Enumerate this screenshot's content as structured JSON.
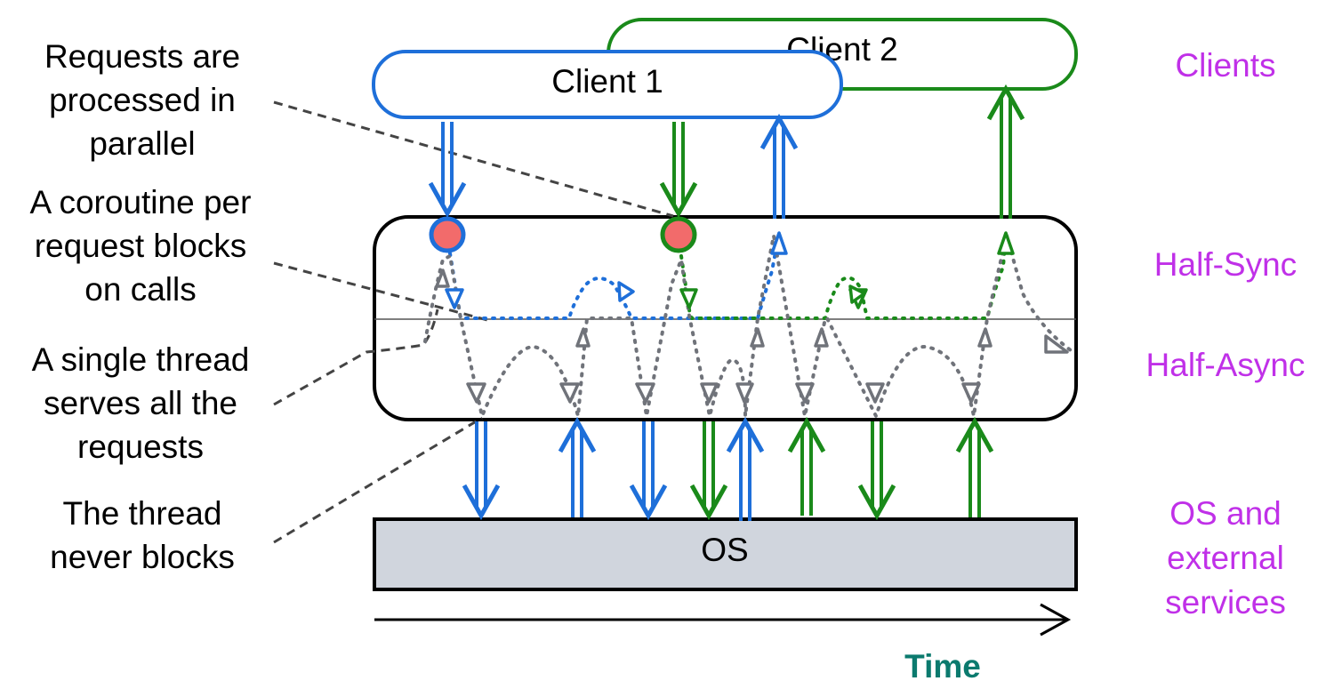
{
  "colors": {
    "client1": "#1E6FD9",
    "client2": "#1A8A1A",
    "thread": "#70737A",
    "layer_label": "#C030E8",
    "time": "#0B7A6E",
    "os_fill": "#D0D5DD",
    "node_fill": "#F26B6B",
    "leader": "#444444"
  },
  "boxes": {
    "client1": "Client 1",
    "client2": "Client 2",
    "os": "OS"
  },
  "annotations": [
    [
      "Requests are",
      "processed in",
      "parallel"
    ],
    [
      "A coroutine per",
      "request blocks",
      "on calls"
    ],
    [
      "A single thread",
      "serves all the",
      "requests"
    ],
    [
      "The thread",
      "never blocks"
    ]
  ],
  "layers": {
    "clients": "Clients",
    "half_sync": "Half-Sync",
    "half_async": "Half-Async",
    "os": [
      "OS and",
      "external",
      "services"
    ]
  },
  "time_label": "Time"
}
